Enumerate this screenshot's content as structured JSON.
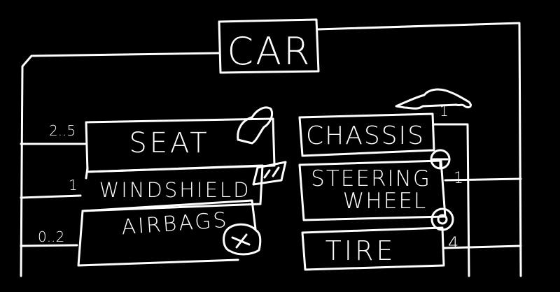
{
  "title": "CAR",
  "colors": {
    "background": "#000000",
    "ink": "#ffffff"
  },
  "left_parts": [
    {
      "label": "SEAT",
      "multiplicity": "2..5",
      "icon": "seat-icon"
    },
    {
      "label": "WINDSHIELD",
      "multiplicity": "1",
      "icon": "windshield-icon"
    },
    {
      "label": "AIRBAGS",
      "multiplicity": "0..2",
      "icon": "airbag-icon"
    }
  ],
  "right_parts": [
    {
      "label": "CHASSIS",
      "multiplicity": "1",
      "icon": "car-chassis-icon"
    },
    {
      "label_line1": "STEERING",
      "label_line2": "WHEEL",
      "multiplicity": "1",
      "icon": "steering-wheel-icon"
    },
    {
      "label": "TIRE",
      "multiplicity": "4",
      "icon": "tire-icon"
    }
  ]
}
